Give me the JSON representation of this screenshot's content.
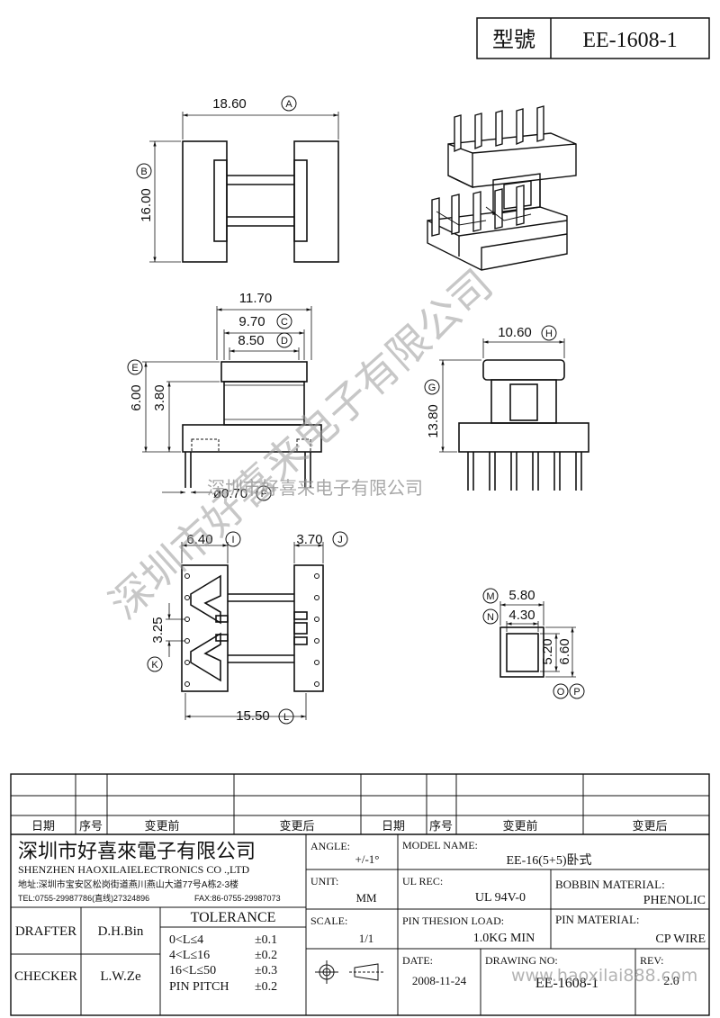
{
  "header": {
    "model_label": "型號",
    "model_value": "EE-1608-1"
  },
  "dimensions": {
    "A": {
      "value": "18.60",
      "letter": "A"
    },
    "B": {
      "value": "16.00",
      "letter": "B"
    },
    "C": {
      "value": "9.70",
      "letter": "C"
    },
    "D": {
      "value": "8.50",
      "letter": "D"
    },
    "E": {
      "value": "6.00",
      "letter": "E"
    },
    "F": {
      "value": "ø0.70",
      "letter": "F"
    },
    "G": {
      "value": "13.80",
      "letter": "G"
    },
    "H": {
      "value": "10.60",
      "letter": "H"
    },
    "I": {
      "value": "6.40",
      "letter": "I"
    },
    "J": {
      "value": "3.70",
      "letter": "J"
    },
    "K": {
      "value": "3.25",
      "letter": "K"
    },
    "L": {
      "value": "15.50",
      "letter": "L"
    },
    "M": {
      "value": "5.80",
      "letter": "M"
    },
    "N": {
      "value": "4.30",
      "letter": "N"
    },
    "O": {
      "value": "5.20",
      "letter": "O"
    },
    "P": {
      "value": "6.60",
      "letter": "P"
    },
    "width_1170": "11.70",
    "height_380": "3.80"
  },
  "watermark": {
    "diagonal": "深圳市好喜来电子有限公司",
    "horizontal": "深圳市好喜来电子有限公司",
    "url": "www.haoxilai888.com"
  },
  "revision_table": {
    "headers": [
      "日期",
      "序号",
      "变更前",
      "变更后",
      "日期",
      "序号",
      "变更前",
      "变更后"
    ]
  },
  "title_block": {
    "company_cn": "深圳市好喜來電子有限公司",
    "company_en": "SHENZHEN HAOXILAIELECTRONICS CO .,LTD",
    "address": "地址:深圳市宝安区松岗街道燕川燕山大道77号A栋2-3楼",
    "tel": "TEL:0755-29987786(直线)27324896",
    "fax": "FAX:86-0755-29987073",
    "drafter_label": "DRAFTER",
    "drafter_value": "D.H.Bin",
    "checker_label": "CHECKER",
    "checker_value": "L.W.Ze",
    "tolerance_title": "TOLERANCE",
    "tolerance_rows": [
      {
        "range": "0<L≤4",
        "value": "±0.1"
      },
      {
        "range": "4<L≤16",
        "value": "±0.2"
      },
      {
        "range": "16<L≤50",
        "value": "±0.3"
      },
      {
        "range": "PIN PITCH",
        "value": "±0.2"
      }
    ],
    "angle_label": "ANGLE:",
    "angle_value": "+/-1°",
    "unit_label": "UNIT:",
    "unit_value": "MM",
    "scale_label": "SCALE:",
    "scale_value": "1/1",
    "model_name_label": "MODEL NAME:",
    "model_name_value": "EE-16(5+5)卧式",
    "ul_rec_label": "UL REC:",
    "ul_rec_value": "UL 94V-0",
    "bobbin_material_label": "BOBBIN MATERIAL:",
    "bobbin_material_value": "PHENOLIC",
    "pin_load_label": "PIN THESION LOAD:",
    "pin_load_value": "1.0KG MIN",
    "pin_material_label": "PIN MATERIAL:",
    "pin_material_value": "CP  WIRE",
    "date_label": "DATE:",
    "date_value": "2008-11-24",
    "drawing_no_label": "DRAWING NO:",
    "drawing_no_value": "EE-1608-1",
    "rev_label": "REV:",
    "rev_value": "2.0"
  }
}
